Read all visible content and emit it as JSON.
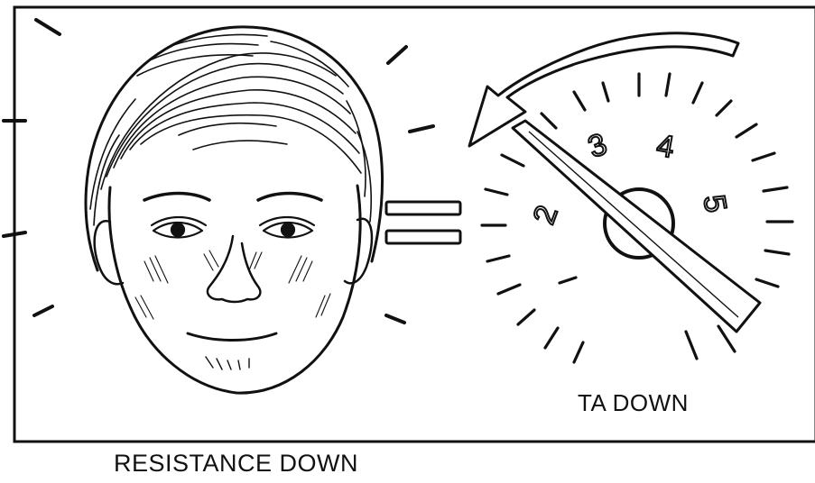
{
  "captions": {
    "gauge": "TA DOWN",
    "person": "RESISTANCE DOWN"
  },
  "gauge": {
    "dial_numbers": [
      "2",
      "3",
      "4",
      "5"
    ],
    "needle_direction": "left-counterclockwise",
    "arrow_direction": "counterclockwise"
  },
  "symbols": {
    "equals": "equals-sign"
  },
  "colors": {
    "ink": "#111111",
    "paper": "#ffffff"
  }
}
